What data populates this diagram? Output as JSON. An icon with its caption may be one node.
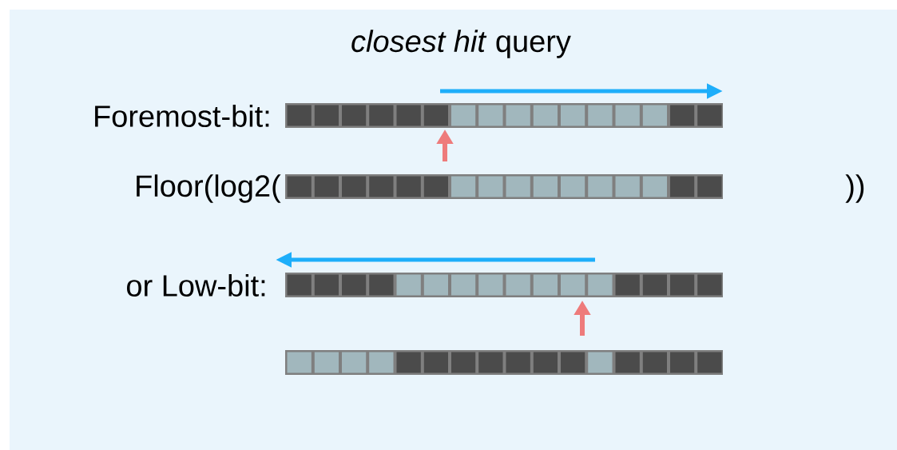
{
  "diagram": {
    "title": "*closest hit* query",
    "labels": [
      "Foremost-bit:",
      "Floor(log2(",
      "))",
      "or Low-bit:"
    ]
  }
}
